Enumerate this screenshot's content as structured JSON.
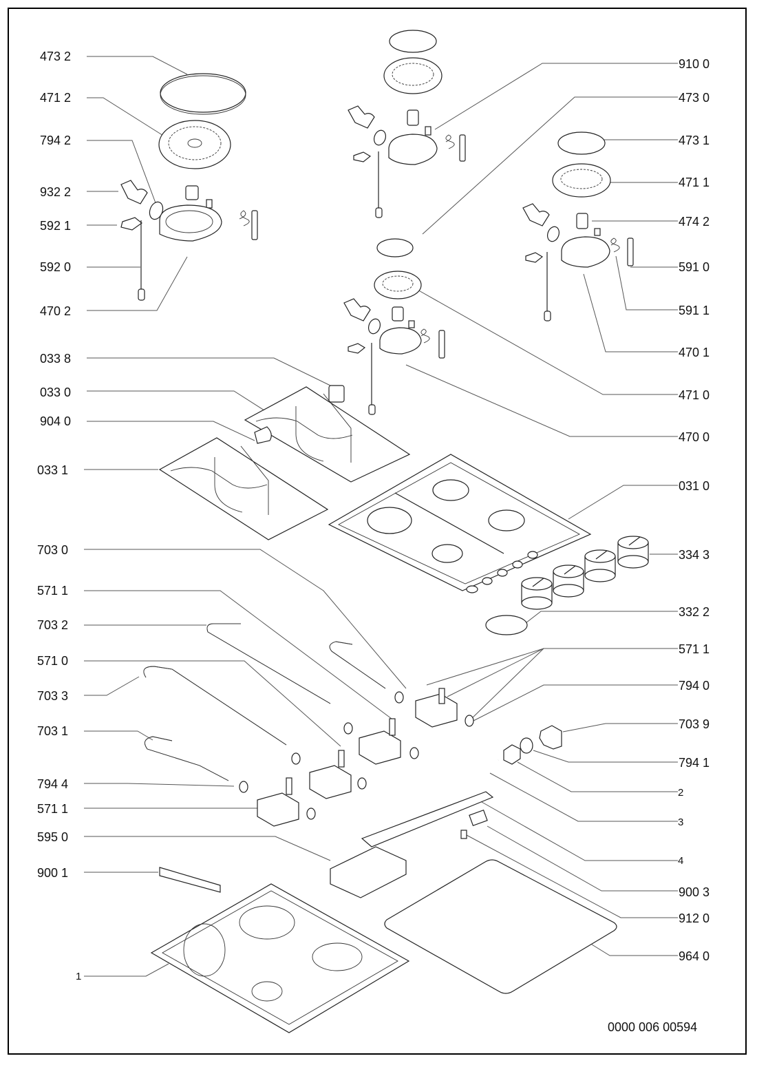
{
  "document_number": "0000 006 00594",
  "labels_left": [
    {
      "text": "473 2",
      "id": "cap-473-2"
    },
    {
      "text": "471 2",
      "id": "burner-471-2"
    },
    {
      "text": "794 2",
      "id": "seal-794-2"
    },
    {
      "text": "932 2",
      "id": "clip-932-2"
    },
    {
      "text": "592 1",
      "id": "bracket-592-1"
    },
    {
      "text": "592 0",
      "id": "thermocouple-592-0"
    },
    {
      "text": "470 2",
      "id": "burner-base-470-2"
    },
    {
      "text": "033 8",
      "id": "grate-foot-033-8"
    },
    {
      "text": "033 0",
      "id": "grate-033-0"
    },
    {
      "text": "904 0",
      "id": "pad-904-0"
    },
    {
      "text": "033 1",
      "id": "grate-033-1"
    },
    {
      "text": "703 0",
      "id": "pipe-703-0"
    },
    {
      "text": "571 1",
      "id": "valve-571-1-a"
    },
    {
      "text": "703 2",
      "id": "pipe-703-2"
    },
    {
      "text": "571 0",
      "id": "valve-571-0"
    },
    {
      "text": "703 3",
      "id": "pipe-703-3"
    },
    {
      "text": "703 1",
      "id": "pipe-703-1"
    },
    {
      "text": "794 4",
      "id": "seal-794-4"
    },
    {
      "text": "571 1",
      "id": "valve-571-1-b"
    },
    {
      "text": "595 0",
      "id": "ignition-box-595-0"
    },
    {
      "text": "900 1",
      "id": "bracket-900-1"
    },
    {
      "text": "1",
      "id": "base-tray-1"
    }
  ],
  "labels_right": [
    {
      "text": "910 0",
      "id": "screw-910-0"
    },
    {
      "text": "473 0",
      "id": "cap-473-0"
    },
    {
      "text": "473 1",
      "id": "cap-473-1"
    },
    {
      "text": "471 1",
      "id": "burner-471-1"
    },
    {
      "text": "474 2",
      "id": "injector-474-2"
    },
    {
      "text": "591 0",
      "id": "spark-plug-591-0"
    },
    {
      "text": "591 1",
      "id": "spring-591-1"
    },
    {
      "text": "470 1",
      "id": "burner-base-470-1"
    },
    {
      "text": "471 0",
      "id": "burner-471-0"
    },
    {
      "text": "470 0",
      "id": "burner-base-470-0"
    },
    {
      "text": "031 0",
      "id": "hob-top-031-0"
    },
    {
      "text": "334 3",
      "id": "knob-334-3"
    },
    {
      "text": "332 2",
      "id": "button-332-2"
    },
    {
      "text": "571 1",
      "id": "valve-571-1-c"
    },
    {
      "text": "794 0",
      "id": "seal-794-0"
    },
    {
      "text": "703 9",
      "id": "elbow-703-9"
    },
    {
      "text": "794 1",
      "id": "seal-794-1"
    },
    {
      "text": "2",
      "id": "nut-2"
    },
    {
      "text": "3",
      "id": "manifold-3"
    },
    {
      "text": "4",
      "id": "support-4"
    },
    {
      "text": "900 3",
      "id": "clamp-900-3"
    },
    {
      "text": "912 0",
      "id": "screw-912-0"
    },
    {
      "text": "964 0",
      "id": "gasket-964-0"
    }
  ]
}
